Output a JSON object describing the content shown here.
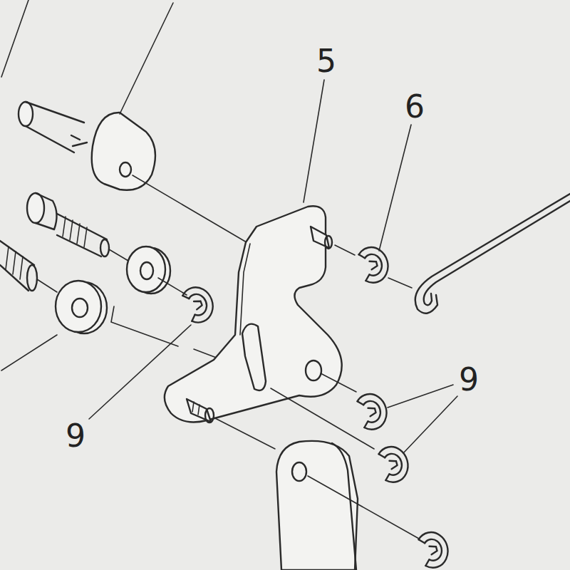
{
  "diagram": {
    "labels": [
      "5",
      "6",
      "9",
      "9"
    ]
  }
}
